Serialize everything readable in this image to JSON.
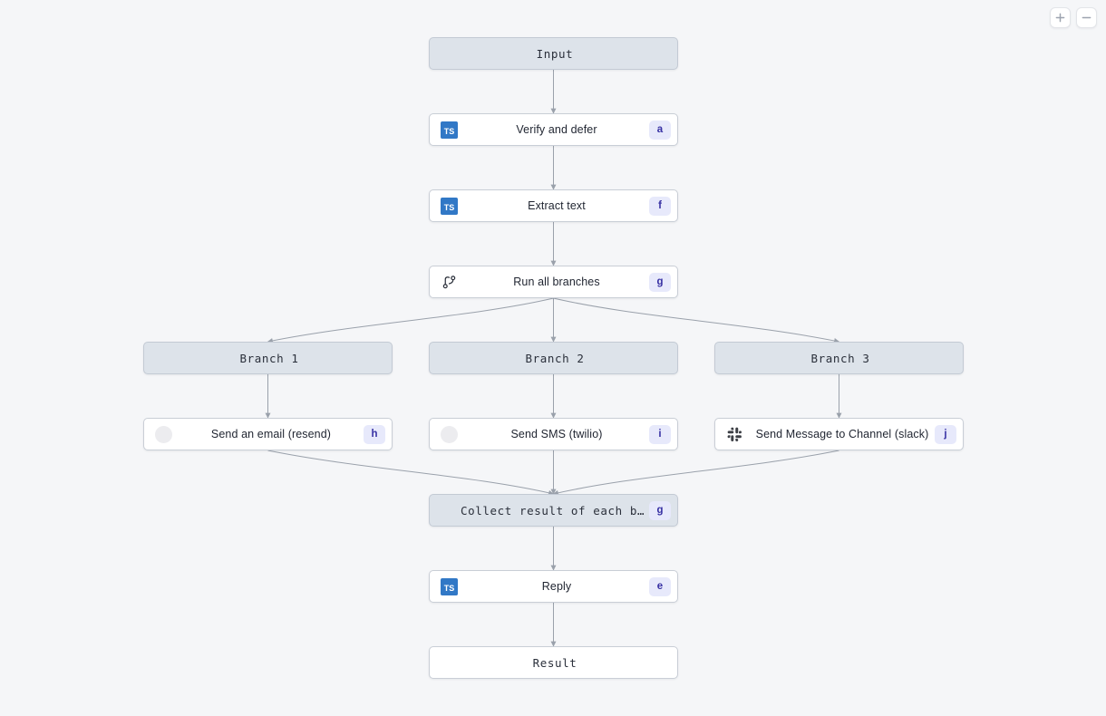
{
  "canvas": {
    "background_color": "#f5f6f8",
    "edge_color": "#9aa1ab"
  },
  "zoom_controls": {
    "zoom_in_label": "+",
    "zoom_in_icon": "plus-icon",
    "zoom_out_label": "−",
    "zoom_out_icon": "minus-icon"
  },
  "theme": {
    "node_fill": "#ffffff",
    "node_fill_tinted": "#dde3ea",
    "node_border": "#c9ced6",
    "badge_bg": "#e7e9fb",
    "badge_fg": "#3730a3",
    "ts_icon_bg": "#3178c6",
    "slack_icon_color": "#3c3f45"
  },
  "nodes": [
    {
      "id": "input",
      "label": "Input",
      "font": "mono",
      "tinted": true,
      "icon": null,
      "badge": null
    },
    {
      "id": "verify-and-defer",
      "label": "Verify and defer",
      "font": "sans",
      "tinted": false,
      "icon": "typescript-icon",
      "badge": "a"
    },
    {
      "id": "extract-text",
      "label": "Extract text",
      "font": "sans",
      "tinted": false,
      "icon": "typescript-icon",
      "badge": "f"
    },
    {
      "id": "run-all-branches",
      "label": "Run all branches",
      "font": "sans",
      "tinted": false,
      "icon": "branch-icon",
      "badge": "g"
    },
    {
      "id": "branch-1",
      "label": "Branch 1",
      "font": "mono",
      "tinted": true,
      "icon": null,
      "badge": null
    },
    {
      "id": "branch-2",
      "label": "Branch 2",
      "font": "mono",
      "tinted": true,
      "icon": null,
      "badge": null
    },
    {
      "id": "branch-3",
      "label": "Branch 3",
      "font": "mono",
      "tinted": true,
      "icon": null,
      "badge": null
    },
    {
      "id": "send-an-email-resend",
      "label": "Send an email (resend)",
      "font": "sans",
      "tinted": false,
      "icon": "circle-placeholder-icon",
      "badge": "h"
    },
    {
      "id": "send-sms-twilio",
      "label": "Send SMS (twilio)",
      "font": "sans",
      "tinted": false,
      "icon": "circle-placeholder-icon",
      "badge": "i"
    },
    {
      "id": "send-message-to-channel-slack",
      "label": "Send Message to Channel (slack)",
      "font": "sans",
      "tinted": false,
      "icon": "slack-icon",
      "badge": "j"
    },
    {
      "id": "collect-result-of-each-branch",
      "label": "Collect result of each branch",
      "font": "mono",
      "tinted": true,
      "icon": null,
      "badge": "g"
    },
    {
      "id": "reply",
      "label": "Reply",
      "font": "sans",
      "tinted": false,
      "icon": "typescript-icon",
      "badge": "e"
    },
    {
      "id": "result",
      "label": "Result",
      "font": "mono",
      "tinted": false,
      "icon": null,
      "badge": null
    }
  ],
  "icon_text": {
    "typescript": "TS"
  }
}
